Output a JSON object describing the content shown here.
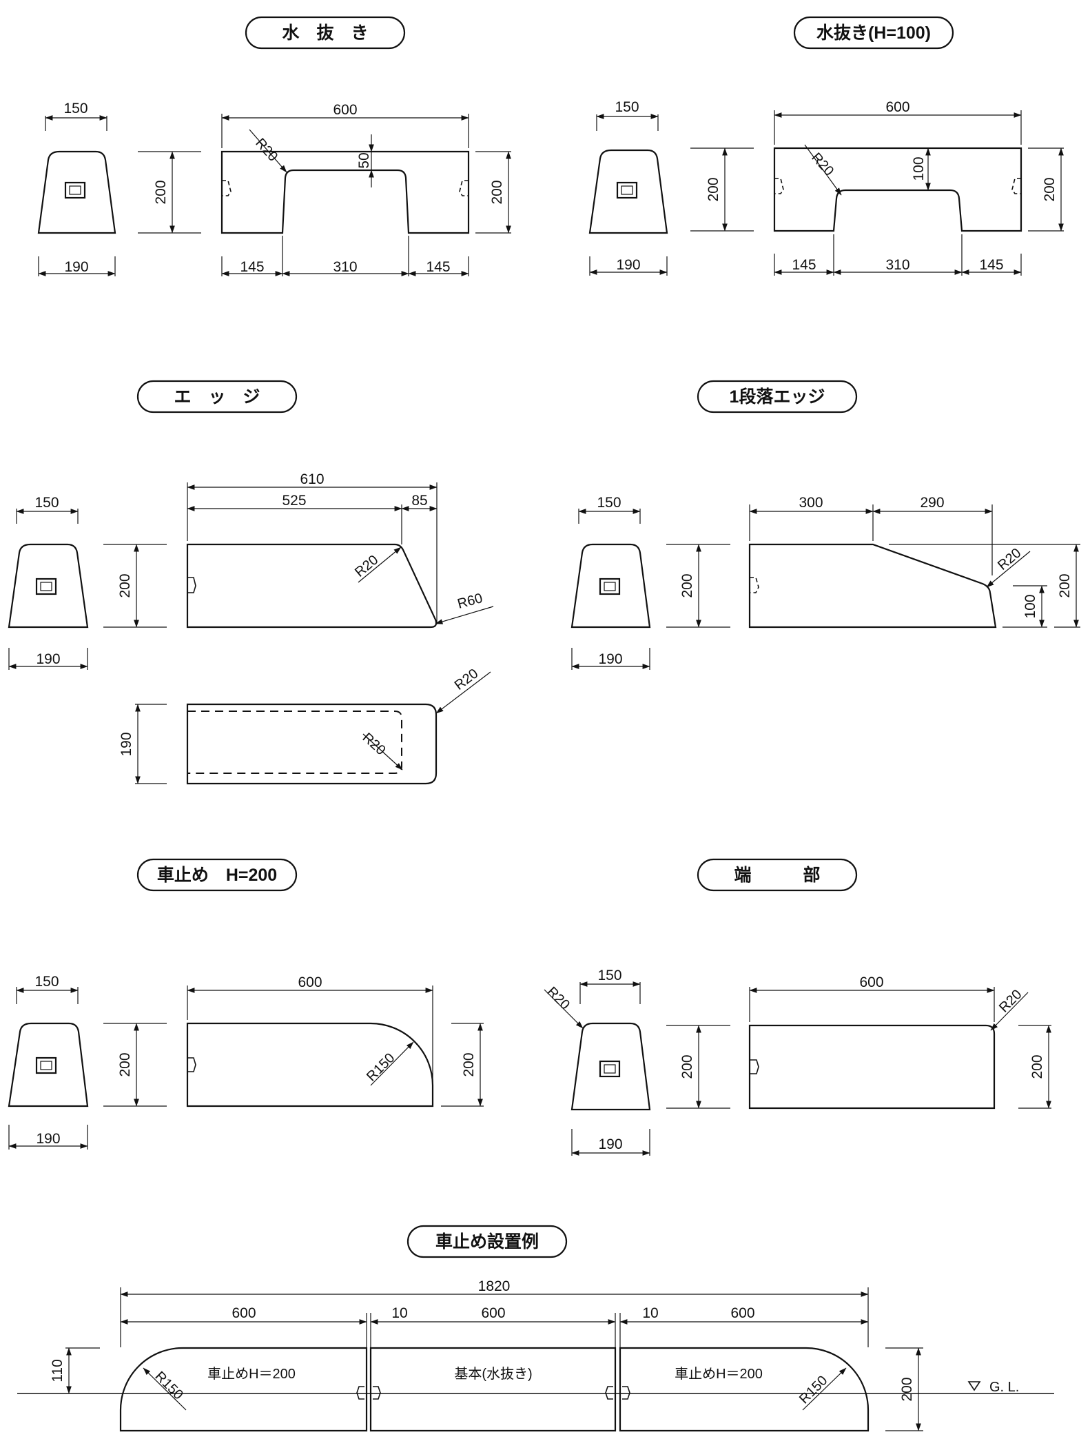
{
  "titles": {
    "drain": "水　抜　き",
    "drain_h100": "水抜き(H=100)",
    "edge": "エ　ッ　ジ",
    "step_edge": "1段落エッジ",
    "stopper": "車止め　H=200",
    "end": "端　　　部",
    "example": "車止め設置例"
  },
  "dims": {
    "w150": "150",
    "w190": "190",
    "h200": "200",
    "h190": "190",
    "h100": "100",
    "h110": "110",
    "h50": "50",
    "l600": "600",
    "l610": "610",
    "l525": "525",
    "l85": "85",
    "l300": "300",
    "l290": "290",
    "l145": "145",
    "l310": "310",
    "l1820": "1820",
    "l10": "10"
  },
  "radii": {
    "r20": "R20",
    "r60": "R60",
    "r150": "R150"
  },
  "labels": {
    "stopper_h200": "車止めH＝200",
    "basic_drain": "基本(水抜き)",
    "gl": "G. L."
  }
}
